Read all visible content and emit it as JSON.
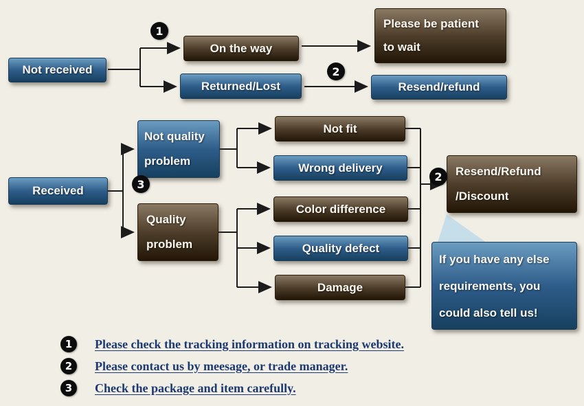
{
  "colors": {
    "background": "#f1eee5",
    "blue_box": "#2e5d8a",
    "brown_box": "#4e3e2b",
    "legend_text": "#1c3972",
    "connector": "#1c1c1c",
    "badge_bg": "#0c0c0c"
  },
  "badges": {
    "one": "1",
    "two": "2",
    "three": "3"
  },
  "top_flow": {
    "not_received": "Not received",
    "on_the_way": "On the way",
    "returned_lost": "Returned/Lost",
    "patient_line1": "Please be patient",
    "patient_line2": "to wait",
    "resend_refund": "Resend/refund"
  },
  "received_flow": {
    "received": "Received",
    "not_quality_line1": "Not quality",
    "not_quality_line2": "problem",
    "quality_line1": "Quality",
    "quality_line2": "problem",
    "not_fit": "Not fit",
    "wrong_delivery": "Wrong delivery",
    "color_difference": "Color difference",
    "quality_defect": "Quality defect",
    "damage": "Damage",
    "resend_line1": "Resend/Refund",
    "resend_line2": "/Discount",
    "bubble_line1": "If you have any else",
    "bubble_line2": "requirements, you",
    "bubble_line3": "could also tell us!"
  },
  "legend": [
    {
      "num": "1",
      "text": "Please check the tracking information on tracking website."
    },
    {
      "num": "2",
      "text": "Please contact us by meesage, or trade manager."
    },
    {
      "num": "3",
      "text": "Check the package and item carefully."
    }
  ]
}
